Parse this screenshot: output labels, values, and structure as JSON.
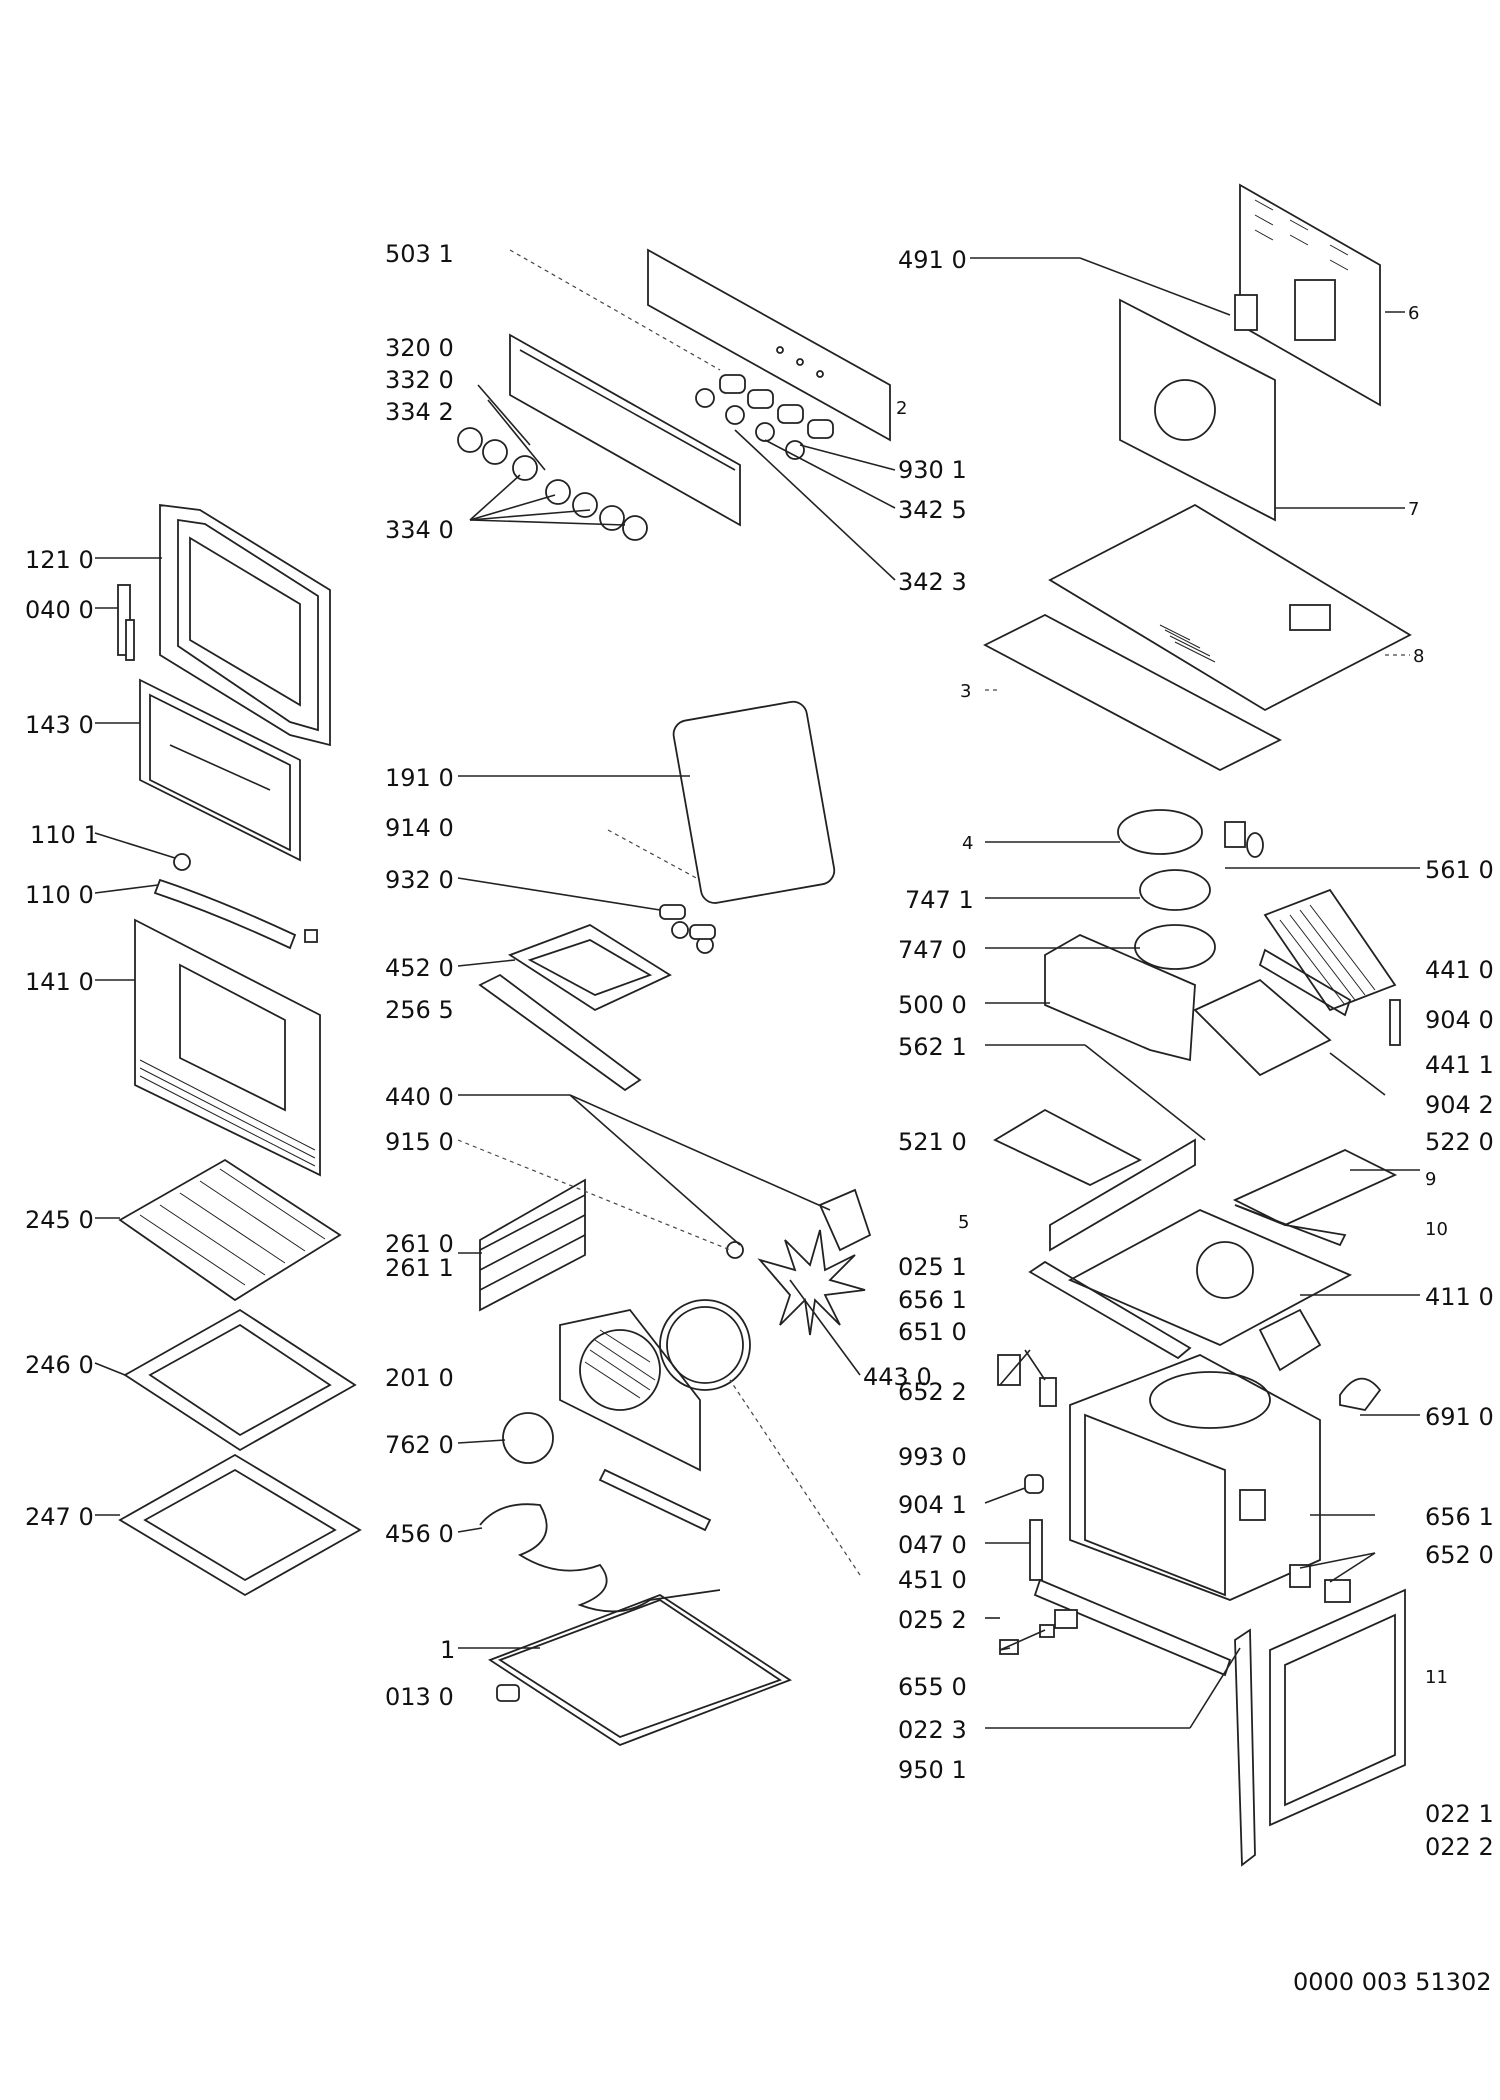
{
  "drawing_number": "0000 003 51302",
  "callouts": {
    "c503_1": "503 1",
    "c320_0": "320 0",
    "c332_0": "332 0",
    "c334_2": "334 2",
    "c334_0": "334 0",
    "c930_1": "930 1",
    "c342_5": "342 5",
    "c342_3": "342 3",
    "c2": "2",
    "c491_0": "491 0",
    "c6": "6",
    "c7": "7",
    "c8": "8",
    "c3": "3",
    "c121_0": "121 0",
    "c040_0": "040 0",
    "c143_0": "143 0",
    "c110_1": "110 1",
    "c110_0": "110 0",
    "c141_0": "141 0",
    "c245_0": "245 0",
    "c246_0": "246 0",
    "c247_0": "247 0",
    "c191_0": "191 0",
    "c914_0": "914 0",
    "c932_0": "932 0",
    "c452_0": "452 0",
    "c256_5": "256 5",
    "c440_0": "440 0",
    "c915_0": "915 0",
    "c261_0": "261 0",
    "c261_1": "261 1",
    "c201_0": "201 0",
    "c762_0": "762 0",
    "c456_0": "456 0",
    "c1": "1",
    "c013_0": "013 0",
    "c443_0": "443 0",
    "c4": "4",
    "c561_0": "561 0",
    "c747_1": "747 1",
    "c747_0": "747 0",
    "c500_0": "500 0",
    "c441_0": "441 0",
    "c904_0": "904 0",
    "c562_1": "562 1",
    "c441_1": "441 1",
    "c904_2": "904 2",
    "c521_0": "521 0",
    "c522_0": "522 0",
    "c9": "9",
    "c5": "5",
    "c10": "10",
    "c025_1": "025 1",
    "c656_1a": "656 1",
    "c411_0": "411 0",
    "c651_0": "651 0",
    "c652_2": "652 2",
    "c691_0": "691 0",
    "c993_0": "993 0",
    "c904_1": "904 1",
    "c656_1b": "656 1",
    "c047_0": "047 0",
    "c652_0": "652 0",
    "c451_0": "451 0",
    "c025_2": "025 2",
    "c655_0": "655 0",
    "c022_3": "022 3",
    "c11": "11",
    "c950_1": "950 1",
    "c022_1": "022 1",
    "c022_2": "022 2"
  }
}
